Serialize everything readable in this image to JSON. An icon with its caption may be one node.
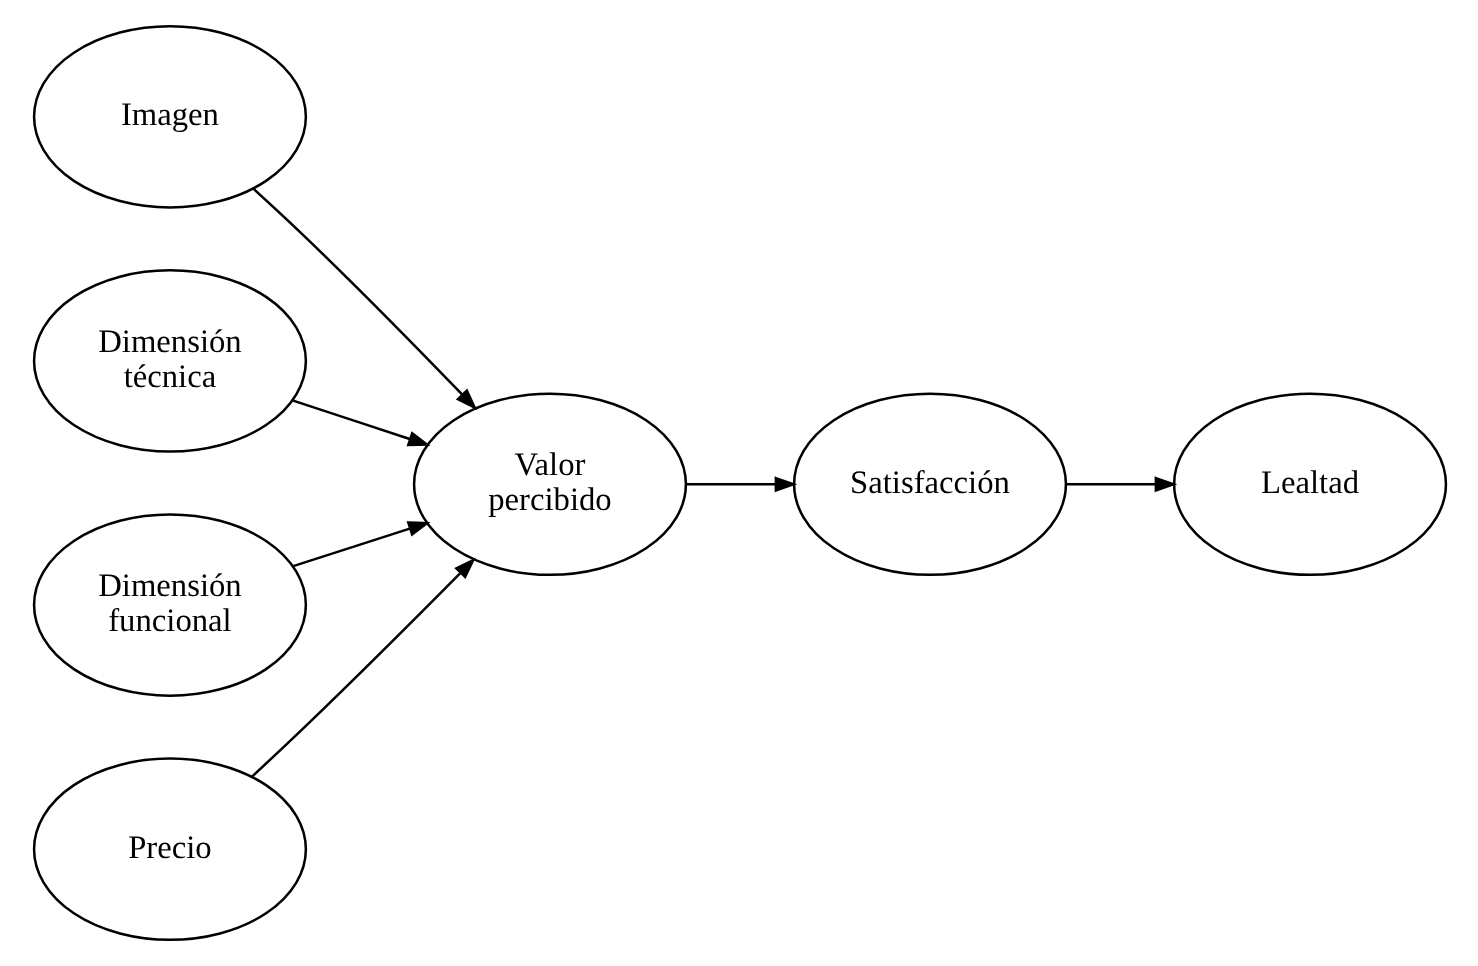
{
  "diagram": {
    "nodes": [
      {
        "text": [
          "Imagen"
        ]
      },
      {
        "text": [
          "Dimensión técnica"
        ]
      },
      {
        "text": [
          "Valor percibido"
        ]
      },
      {
        "text": [
          "Satisfacción"
        ]
      },
      {
        "text": [
          "Lealtad"
        ]
      },
      {
        "text": [
          "Dimensión funcional"
        ]
      },
      {
        "text": [
          "Precio"
        ]
      }
    ],
    "edges": [
      {
        "from": 0,
        "to": 2,
        "arrow": "to"
      },
      {
        "from": 1,
        "to": 2,
        "arrow": "to"
      },
      {
        "from": 5,
        "to": 2,
        "arrow": "to"
      },
      {
        "from": 6,
        "to": 2,
        "arrow": "to"
      },
      {
        "from": 2,
        "to": 3,
        "arrow": "to"
      },
      {
        "from": 3,
        "to": 4,
        "arrow": "to"
      }
    ]
  }
}
